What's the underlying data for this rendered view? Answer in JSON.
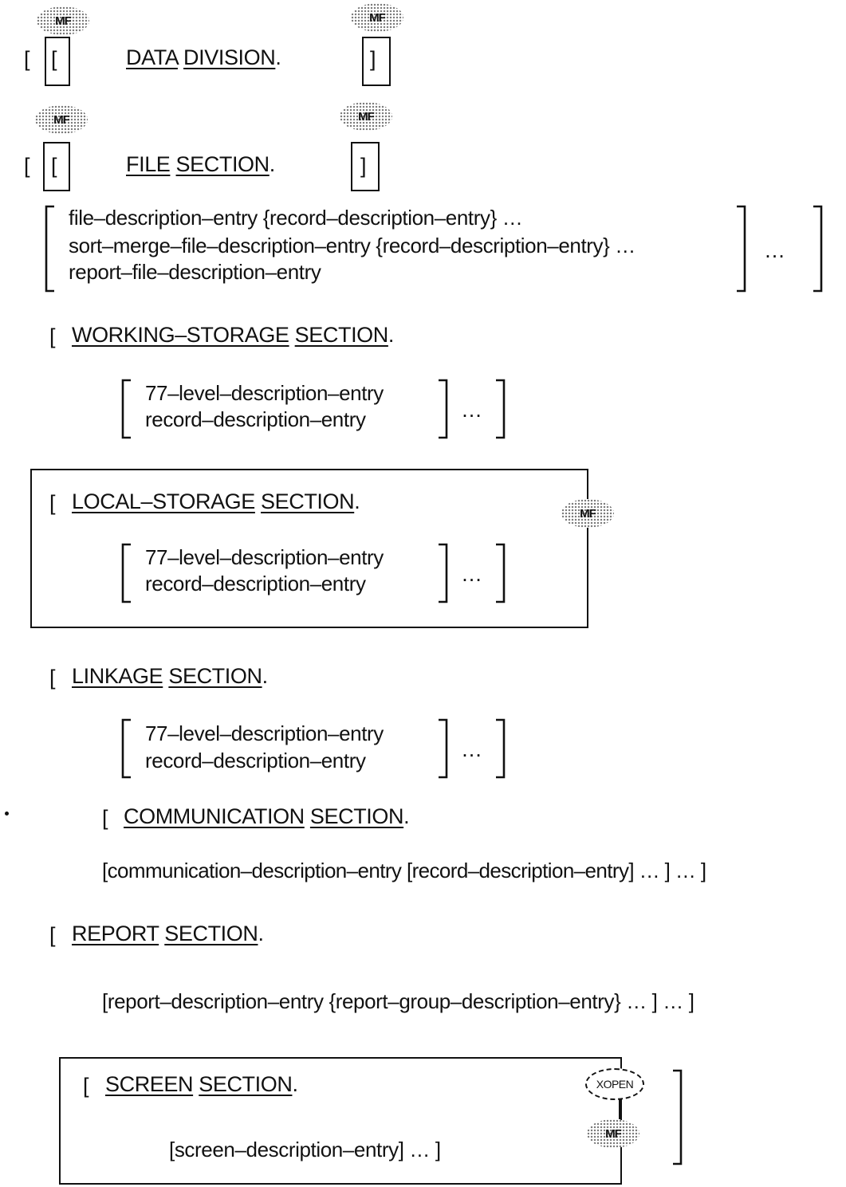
{
  "markers": {
    "mf": "MF",
    "xopen": "XOPEN"
  },
  "brackets": {
    "open": "[",
    "close": "]",
    "ellipsis": "…",
    "brace_open": "{",
    "brace_close": "}"
  },
  "data_division": {
    "kw1": "DATA",
    "kw2": "DIVISION",
    "period": "."
  },
  "file_section": {
    "kw1": "FILE",
    "kw2": "SECTION",
    "period": ".",
    "entries": [
      {
        "text": "file–description–entry",
        "sub": "record–description–entry",
        "suffix": "…"
      },
      {
        "text": "sort–merge–file–description–entry",
        "sub": "record–description–entry",
        "suffix": "…"
      },
      {
        "text": "report–file–description–entry"
      }
    ]
  },
  "working_storage": {
    "kw1": "WORKING–STORAGE",
    "kw2": "SECTION",
    "period": ".",
    "entries": [
      "77–level–description–entry",
      "record–description–entry"
    ]
  },
  "local_storage": {
    "kw1": "LOCAL–STORAGE",
    "kw2": "SECTION",
    "period": ".",
    "entries": [
      "77–level–description–entry",
      "record–description–entry"
    ]
  },
  "linkage": {
    "kw1": "LINKAGE",
    "kw2": "SECTION",
    "period": ".",
    "entries": [
      "77–level–description–entry",
      "record–description–entry"
    ]
  },
  "communication": {
    "kw1": "COMMUNICATION",
    "kw2": "SECTION",
    "period": ".",
    "entry": "communication–description–entry",
    "sub": "record–description–entry"
  },
  "report": {
    "kw1": "REPORT",
    "kw2": "SECTION",
    "period": ".",
    "entry": "report–description–entry",
    "sub": "report–group–description–entry"
  },
  "screen": {
    "kw1": "SCREEN",
    "kw2": "SECTION",
    "period": ".",
    "entry": "screen–description–entry"
  }
}
